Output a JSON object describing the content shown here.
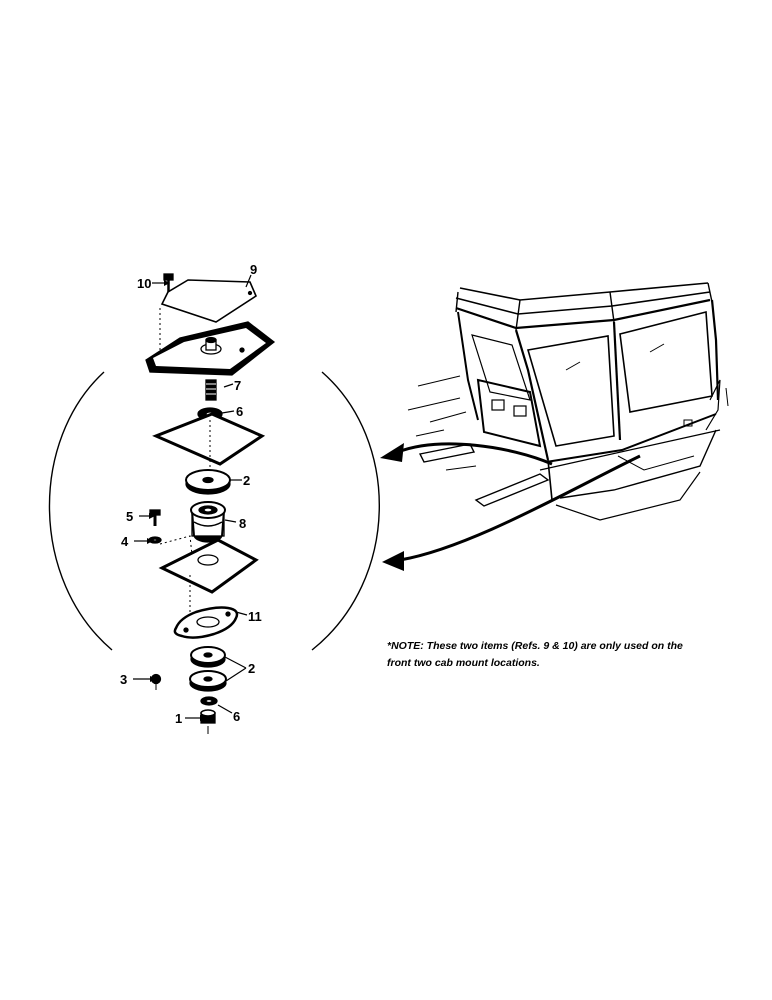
{
  "callouts": {
    "c1": "1",
    "c2a": "2",
    "c2b": "2",
    "c3": "3",
    "c4": "4",
    "c5": "5",
    "c6a": "6",
    "c6b": "6",
    "c7": "7",
    "c8": "8",
    "c9": "9",
    "c10": "10",
    "c11": "11"
  },
  "note": {
    "label": "*NOTE:",
    "line1": "These two items (Refs. 9 & 10) are only used on the",
    "line2": "front two cab mount locations."
  }
}
